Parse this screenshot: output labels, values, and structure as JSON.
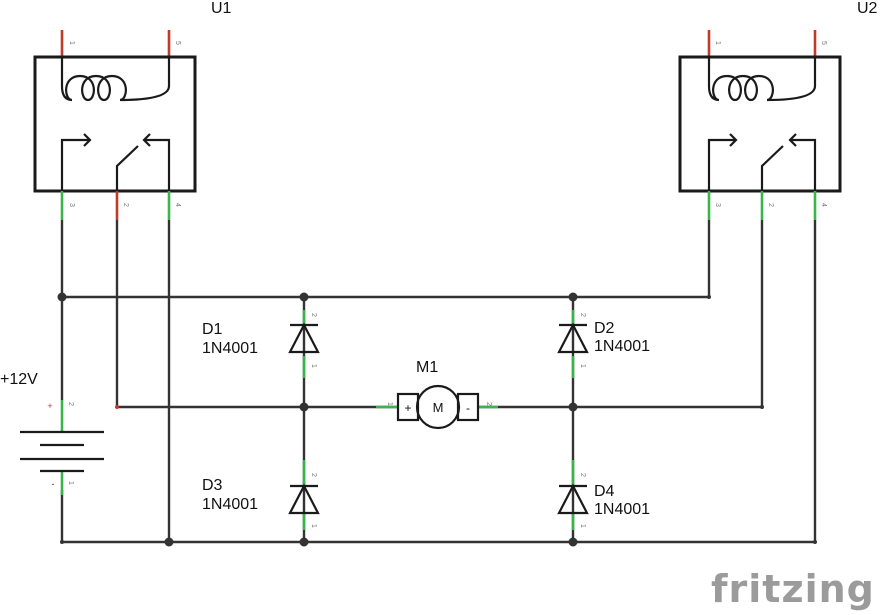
{
  "relays": [
    {
      "ref": "U1",
      "pins": {
        "p1": "1",
        "p5": "5",
        "p3": "3",
        "p2": "2",
        "p4": "4"
      }
    },
    {
      "ref": "U2",
      "pins": {
        "p1": "1",
        "p5": "5",
        "p3": "3",
        "p2": "2",
        "p4": "4"
      }
    }
  ],
  "diodes": [
    {
      "ref": "D1",
      "part": "1N4001",
      "pin_top": "2",
      "pin_bottom": "1"
    },
    {
      "ref": "D2",
      "part": "1N4001",
      "pin_top": "2",
      "pin_bottom": "1"
    },
    {
      "ref": "D3",
      "part": "1N4001",
      "pin_top": "2",
      "pin_bottom": "1"
    },
    {
      "ref": "D4",
      "part": "1N4001",
      "pin_top": "2",
      "pin_bottom": "1"
    }
  ],
  "motor": {
    "ref": "M1",
    "symbol": "M",
    "pin_left": "1",
    "pin_right": "2",
    "plus": "+",
    "minus": "-"
  },
  "battery": {
    "label": "+12V",
    "plus": "+",
    "minus": "-",
    "pin_top": "2",
    "pin_bottom": "1"
  },
  "colors": {
    "wire": "#333333",
    "pin_green": "#39b54a",
    "pin_red": "#c0392b",
    "logo": "#9b9b9b"
  },
  "logo": {
    "text": "fritzing"
  }
}
